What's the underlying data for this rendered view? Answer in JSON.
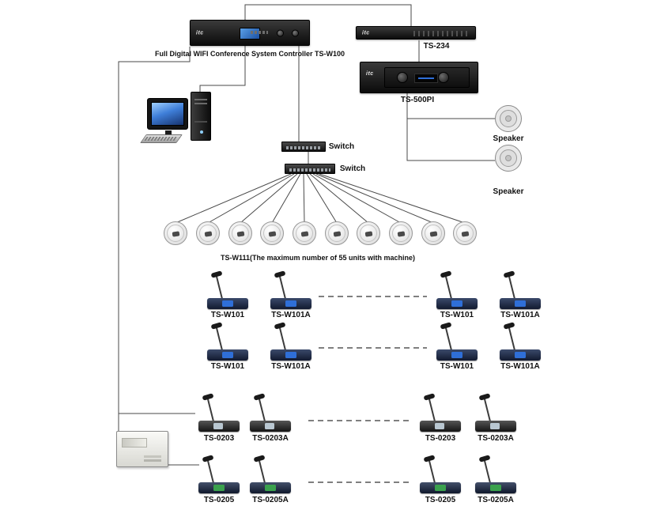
{
  "brand": {
    "name": "itc"
  },
  "controller": {
    "label": "Full Digital WIFI Conference System Controller TS-W100"
  },
  "rack": {
    "ts234": "TS-234",
    "ts500pi": "TS-500PI"
  },
  "speakers": {
    "top": "Speaker",
    "bottom": "Speaker"
  },
  "switches": {
    "first": "Switch",
    "second": "Switch"
  },
  "wifi_units": {
    "caption": "TS-W111(The maximum number of 55 units with machine)",
    "count": 10
  },
  "mics": {
    "row1": [
      "TS-W101",
      "TS-W101A",
      "TS-W101",
      "TS-W101A"
    ],
    "row2": [
      "TS-W101",
      "TS-W101A",
      "TS-W101",
      "TS-W101A"
    ],
    "row3": [
      "TS-0203",
      "TS-0203A",
      "TS-0203",
      "TS-0203A"
    ],
    "row4": [
      "TS-0205",
      "TS-0205A",
      "TS-0205",
      "TS-0205A"
    ]
  },
  "colors": {
    "line": "#4a4a4a",
    "device_black": "#141414",
    "screen_blue": "#2f6fd8",
    "screen_green": "#3aa14d"
  }
}
